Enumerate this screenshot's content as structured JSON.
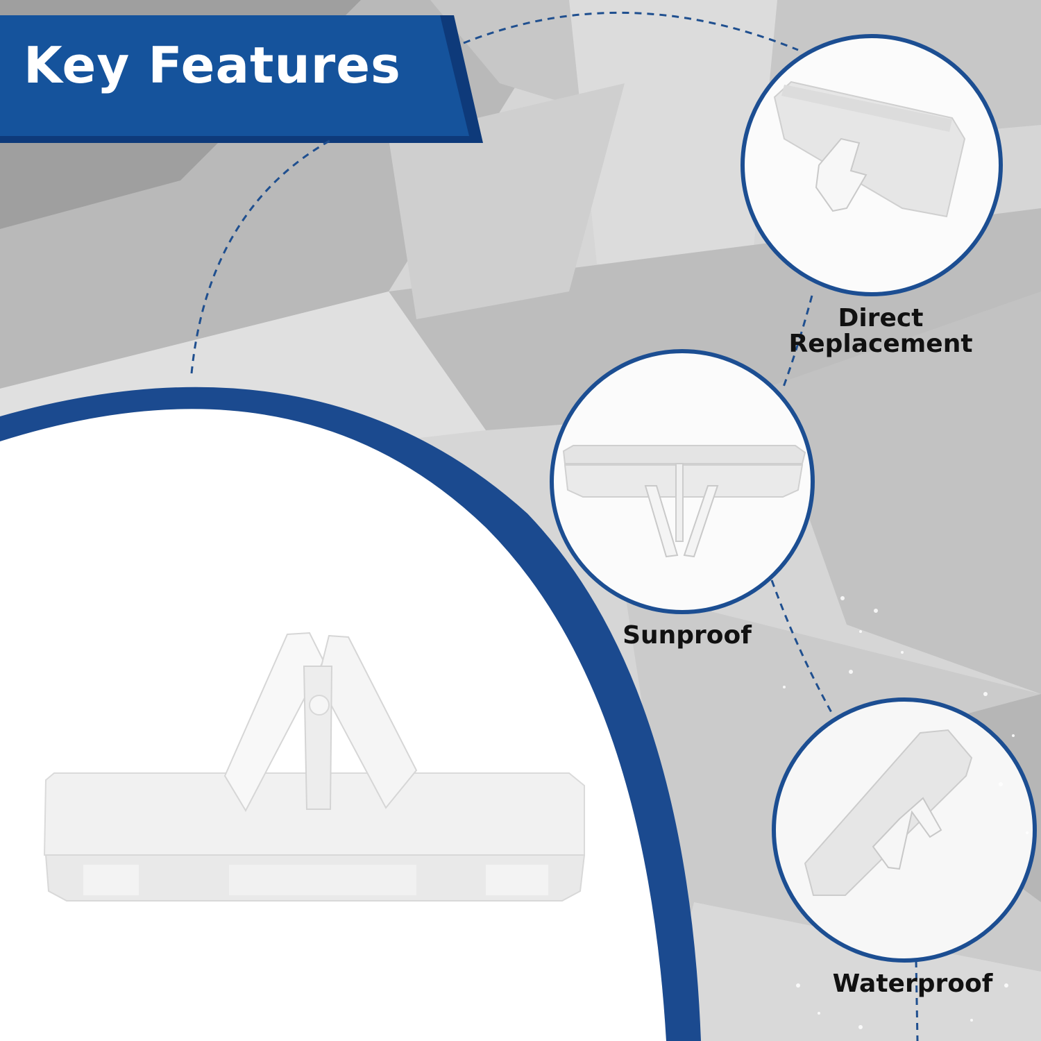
{
  "banner": {
    "title": "Key Features",
    "fill_color": "#15539c",
    "edge_color": "#0e3a7a"
  },
  "features": [
    {
      "id": "direct-replacement",
      "label_line1": "Direct",
      "label_line2": "Replacement"
    },
    {
      "id": "sunproof",
      "label": "Sunproof"
    },
    {
      "id": "waterproof",
      "label": "Waterproof"
    }
  ],
  "colors": {
    "circle_border": "#1c4e92",
    "dash_line": "#1f4f8f",
    "background": "#d7d7d7",
    "product": "#eeeeee"
  },
  "icons": {
    "main_product": "push-clip-retainer-icon",
    "feature_product": "push-clip-retainer-icon"
  }
}
